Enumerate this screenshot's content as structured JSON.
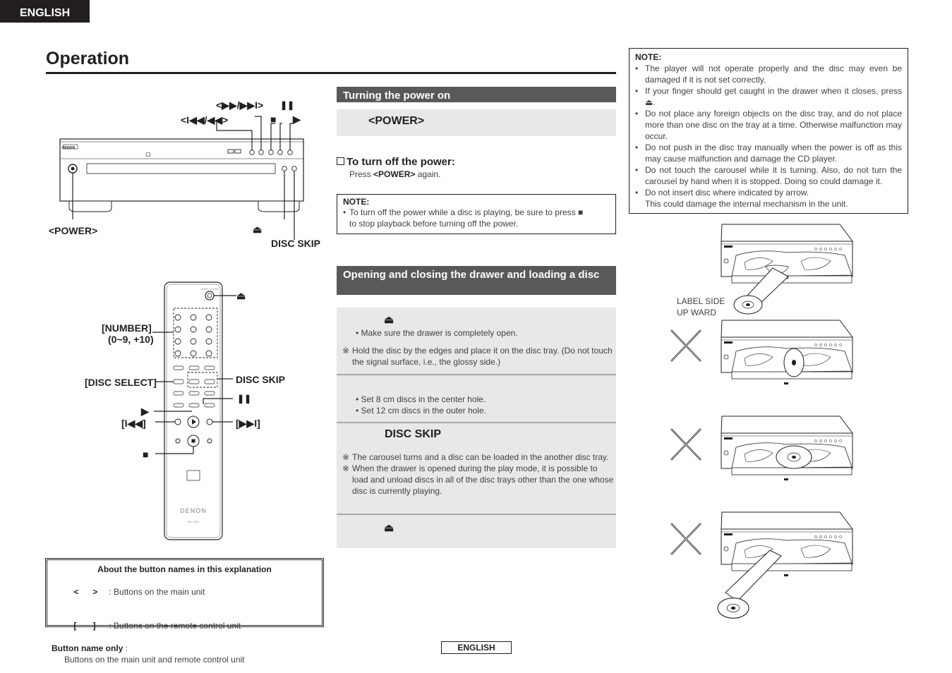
{
  "header": {
    "lang_tab": "ENGLISH",
    "title": "Operation"
  },
  "main_unit": {
    "label_ff_next": "<▶▶/▶▶I>",
    "label_pause": "❚❚",
    "label_prev_rew": "<I◀◀/◀◀>",
    "label_stop": "■",
    "label_play": "▶",
    "label_power": "<POWER>",
    "label_eject": "⏏",
    "label_disc_skip": "DISC SKIP",
    "brand": "DENON"
  },
  "remote": {
    "label_eject": "⏏",
    "label_number": "[NUMBER]",
    "label_number_range": "(0~9, +10)",
    "label_disc_select": "[DISC SELECT]",
    "label_disc_skip": "DISC SKIP",
    "label_pause": "❚❚",
    "label_play": "▶",
    "label_prev": "[I◀◀]",
    "label_next": "[▶▶I]",
    "label_stop": "■",
    "brand": "DENON",
    "model": "RC-1001",
    "open_close": "OPEN / CLOSE"
  },
  "legend": {
    "title": "About the button names in this explanation",
    "row1_sym": "<      >",
    "row1_text": ": Buttons on the main unit",
    "row2_sym": "[       ]",
    "row2_text": ": Buttons on the remote control unit",
    "row3_bold": "Button name only",
    "row3_colon": " :",
    "row4_text": "Buttons on the main unit and remote control unit"
  },
  "power_section": {
    "heading": "Turning the power on",
    "step_label": "<POWER>",
    "off_heading": "To turn off the power:",
    "off_press": "Press ",
    "off_btn": "<POWER>",
    "off_again": " again.",
    "note_head": "NOTE:",
    "note_text1": "To turn off the power while a disc is playing, be sure to press ■",
    "note_text2": "to stop playback before turning off the power."
  },
  "drawer_section": {
    "heading": "Opening and closing the drawer and loading a disc",
    "step1_icon": "⏏",
    "step1_bullet": "Make sure the drawer is completely open.",
    "step1_ref": "Hold the disc by the edges and place it on the disc tray. (Do not touch the signal surface, i.e., the glossy side.)",
    "step2_bullet1": "Set 8 cm discs in the center hole.",
    "step2_bullet2": "Set 12 cm discs in the outer hole.",
    "step3_label": "DISC SKIP",
    "step3_ref1": "The carousel turns and a disc can be loaded in the another disc tray.",
    "step3_ref2": "When the drawer is opened during the play mode, it is possible to load and unload discs in all of the disc trays other than the one whose disc is currently playing.",
    "step4_icon": "⏏",
    "ref_mark": "※"
  },
  "right_note": {
    "head": "NOTE:",
    "items": [
      "The player will not operate properly and the disc may even be damaged if it is not set correctly.",
      "If your finger should get caught in the drawer when it closes, press ⏏.",
      "Do not place any foreign objects on the disc tray, and do not place more than one disc on the tray at a time. Otherwise malfunction may occur.",
      "Do not push in the disc tray manually when the power is off as this may cause malfunction and damage the CD player.",
      "Do not touch the carousel while it is turning. Also, do not turn the carousel by hand when it is stopped. Doing so could damage it.",
      "Do not insert disc where indicated by arrow."
    ],
    "tail": "This could damage the internal mechanism in the unit."
  },
  "illustrations": {
    "label_side_1": "LABEL SIDE",
    "label_side_2": "UP WARD"
  },
  "footer": {
    "lang": "ENGLISH"
  }
}
